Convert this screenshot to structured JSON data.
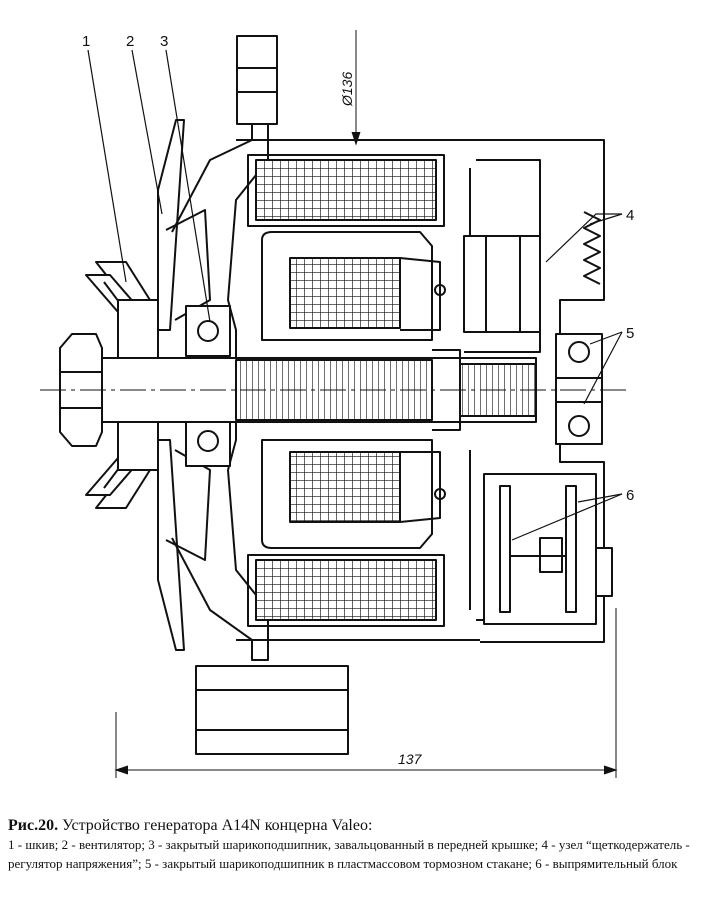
{
  "figure": {
    "callouts": [
      "1",
      "2",
      "3",
      "4",
      "5",
      "6"
    ],
    "dimensions": {
      "diameter": "Ø136",
      "length": "137"
    }
  },
  "caption": {
    "number": "Рис.20.",
    "title": "Устройство генератора A14N концерна Valeo:",
    "legend": "1 - шкив; 2 - вентилятор; 3 - закрытый шарикоподшипник, завальцованный в передней крышке; 4 - узел “щеткодержатель - регулятор напряжения”; 5 - закрытый шарикоподшипник в пластмассовом тормозном стакане; 6 - выпрямительный блок"
  }
}
